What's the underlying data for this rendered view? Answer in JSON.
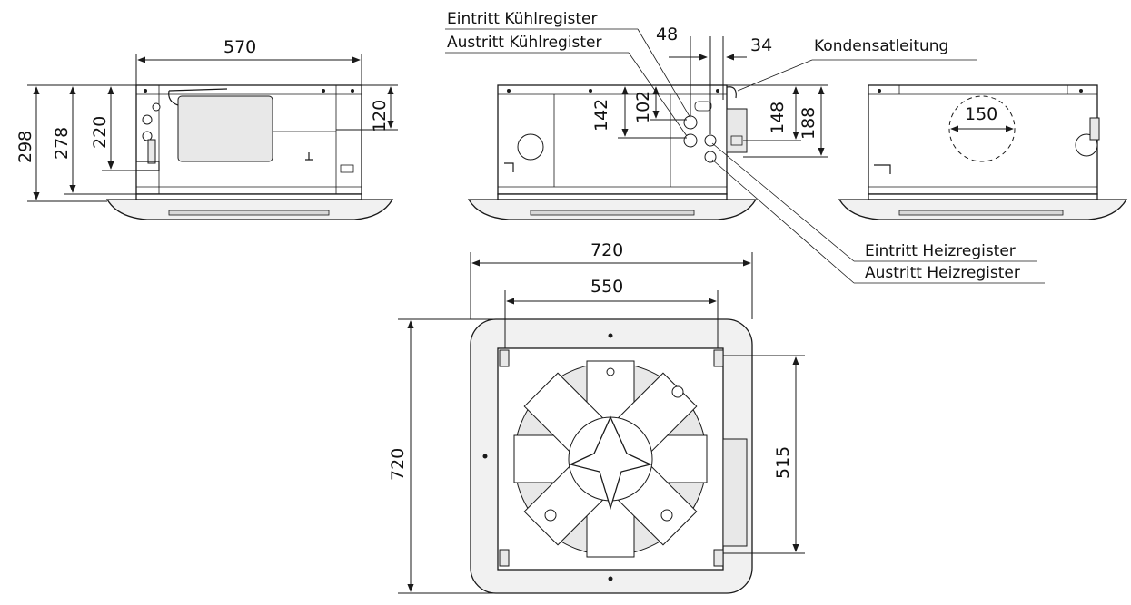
{
  "dimensions": {
    "front_width": "570",
    "front_total_height": "298",
    "front_height_278": "278",
    "front_height_220": "220",
    "front_top_offset": "120",
    "side_48": "48",
    "side_34": "34",
    "side_142": "142",
    "side_102": "102",
    "side_148": "148",
    "side_188": "188",
    "back_duct_diameter": "150",
    "top_outer_width": "720",
    "top_inner_width": "550",
    "top_outer_height": "720",
    "top_inner_height": "515"
  },
  "labels": {
    "cooling_inlet": "Eintritt Kühlregister",
    "cooling_outlet": "Austritt Kühlregister",
    "condensate": "Kondensatleitung",
    "heating_inlet": "Eintritt Heizregister",
    "heating_outlet": "Austritt Heizregister"
  }
}
